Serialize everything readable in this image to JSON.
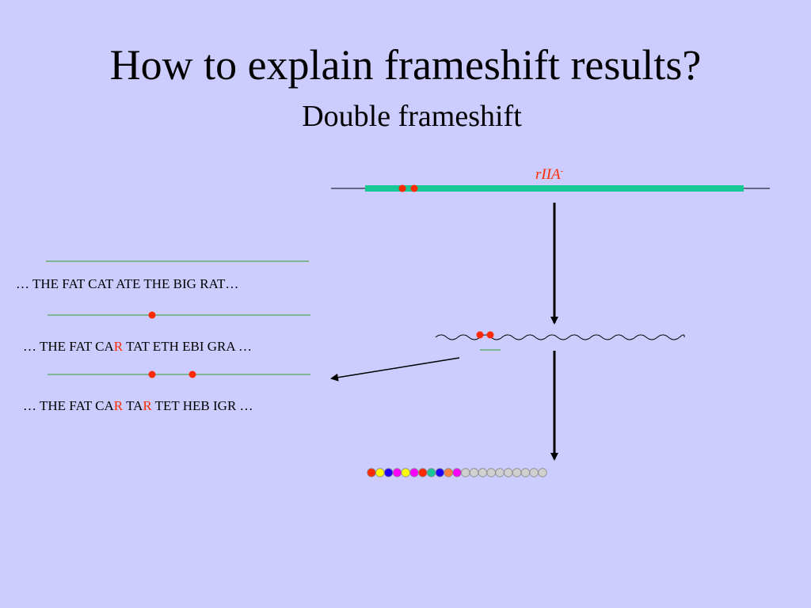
{
  "slide": {
    "title": "How to explain frameshift results?",
    "subtitle": "Double frameshift"
  },
  "gene": {
    "label": "rIIA",
    "label_superscript": "-",
    "bar_color": "#19c896",
    "mutation_dot_color": "#ff2a00"
  },
  "sequences": [
    {
      "prefix": "… ",
      "segments": [
        {
          "text": "THE FAT CAT ATE THE BIG RAT…",
          "mutant": false
        }
      ]
    },
    {
      "prefix": "… ",
      "segments": [
        {
          "text": "THE FAT CA",
          "mutant": false
        },
        {
          "text": "R",
          "mutant": true
        },
        {
          "text": " TAT ETH EBI GRA …",
          "mutant": false
        }
      ]
    },
    {
      "prefix": "… ",
      "segments": [
        {
          "text": "THE FAT CA",
          "mutant": false
        },
        {
          "text": "R",
          "mutant": true
        },
        {
          "text": " TA",
          "mutant": false
        },
        {
          "text": "R",
          "mutant": true
        },
        {
          "text": " TET HEB IGR …",
          "mutant": false
        }
      ]
    }
  ],
  "protein_beads": {
    "colors": [
      "#ff2a00",
      "#ffff00",
      "#2200ff",
      "#ff00ff",
      "#ffff00",
      "#ff00ff",
      "#ff2a00",
      "#19c896",
      "#2200ff",
      "#ff8040",
      "#ff00ff",
      "#d0d0d0",
      "#d0d0d0",
      "#d0d0d0",
      "#d0d0d0",
      "#d0d0d0",
      "#d0d0d0",
      "#d0d0d0",
      "#d0d0d0",
      "#d0d0d0",
      "#d0d0d0"
    ]
  },
  "colors": {
    "background": "#ccccff",
    "reading_line": "#2e9e2e",
    "mutation": "#ff2a00"
  }
}
